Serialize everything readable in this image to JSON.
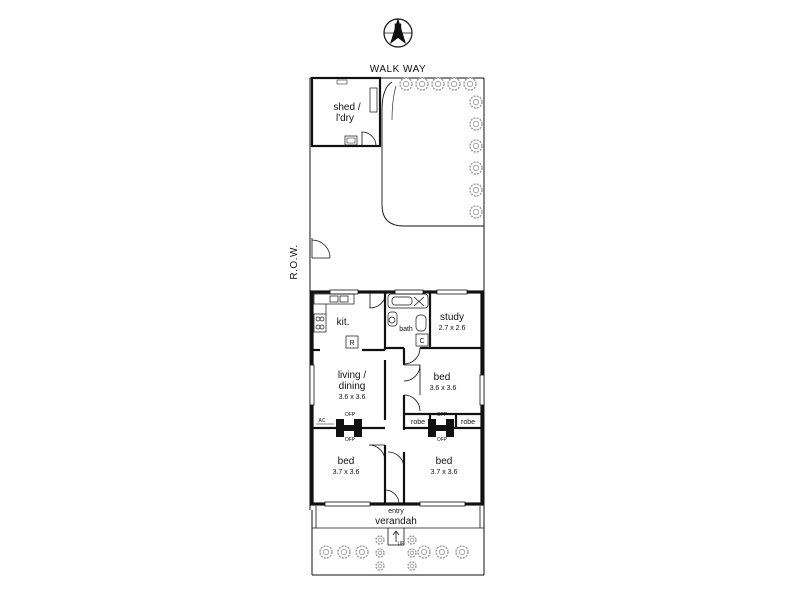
{
  "compass": {
    "letter": "N"
  },
  "labels": {
    "walkway": "WALK WAY",
    "row": "R.O.W.",
    "shed": [
      "shed /",
      "l'dry"
    ],
    "kitchen": "kit.",
    "bath": "bath",
    "study": {
      "name": "study",
      "dims": "2.7 x 2.6"
    },
    "living": {
      "name": [
        "living /",
        "dining"
      ],
      "dims": "3.6 x 3.6"
    },
    "bed_ne": {
      "name": "bed",
      "dims": "3.6 x 3.6"
    },
    "bed_sw": {
      "name": "bed",
      "dims": "3.7 x 3.6"
    },
    "bed_se": {
      "name": "bed",
      "dims": "3.7 x 3.6"
    },
    "robe_left": "robe",
    "robe_right": "robe",
    "fridge": "R",
    "cupboard": "C",
    "ac": "AC",
    "off_marks": [
      "OFP",
      "OFP",
      "OFP",
      "OFP"
    ],
    "entry": "entry",
    "verandah": "verandah",
    "up": "UP"
  },
  "colors": {
    "wall": "#111111",
    "hedge": "#9a9a9a"
  }
}
